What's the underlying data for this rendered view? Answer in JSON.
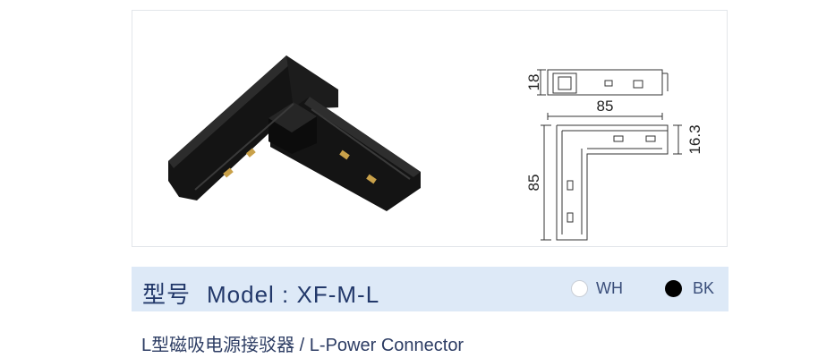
{
  "drawing": {
    "dim_height": "18",
    "dim_width_top": "85",
    "dim_side": "16.3",
    "dim_height_left": "85"
  },
  "model": {
    "prefix": "型号",
    "text": "Model : XF-M-L"
  },
  "colors": [
    {
      "label": "WH",
      "swatch": "#ffffff"
    },
    {
      "label": "BK",
      "swatch": "#000000"
    }
  ],
  "subtitle": "L型磁吸电源接驳器 / L-Power Connector"
}
